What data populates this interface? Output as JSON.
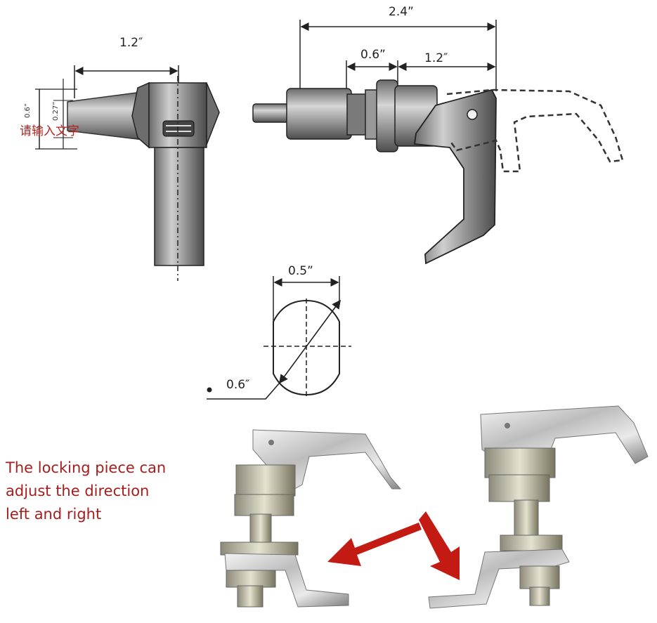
{
  "dimensions": {
    "side_width": "1.2″",
    "side_height": "0.6”",
    "side_inner": "0.27”",
    "total_length": "2.4”",
    "segment_a": "0.6”",
    "segment_b": "1.2″",
    "hole_width": "0.5”",
    "hole_diagonal": "0.6″"
  },
  "placeholder_text": "请输入文字",
  "note_lines": [
    "The locking piece can",
    "adjust the direction",
    "left and right"
  ],
  "colors": {
    "note_text": "#a51e1e",
    "arrow": "#c41a14",
    "dimension_line": "#222222",
    "metal_dark": "#5a5a5a",
    "metal_light": "#d8d8d8"
  }
}
